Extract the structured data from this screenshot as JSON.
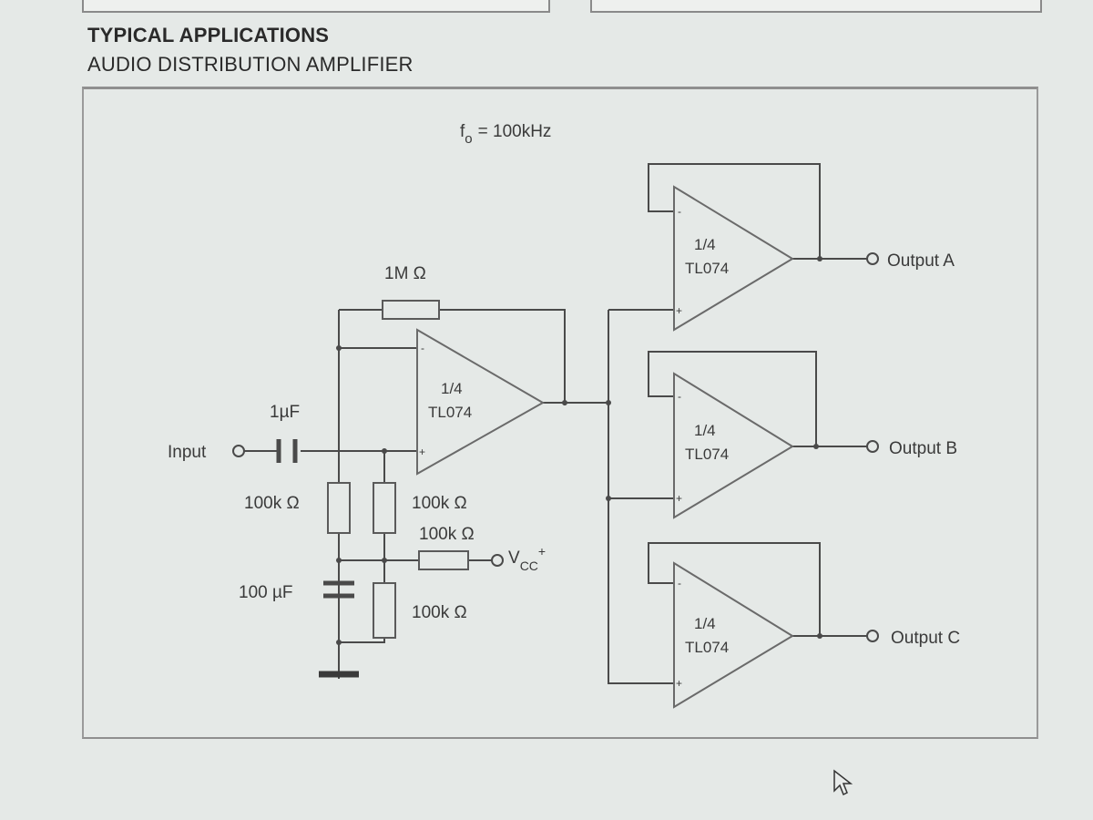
{
  "header": {
    "title": "TYPICAL APPLICATIONS",
    "subtitle": "AUDIO DISTRIBUTION AMPLIFIER"
  },
  "schematic": {
    "frequency_label": "f",
    "frequency_sub": "o",
    "frequency_value": "= 100kHz",
    "input_label": "Input",
    "cap_input_label": "1µF",
    "feedback_resistor_label": "1M Ω",
    "resistor_left_label": "100k Ω",
    "resistor_right_label": "100k Ω",
    "resistor_vcc_label": "100k Ω",
    "resistor_bottom_label": "100k Ω",
    "cap_bypass_label": "100 µF",
    "vcc_label": "V",
    "vcc_sub": "CC",
    "vcc_sup": "+",
    "opamps": [
      {
        "line1": "1/4",
        "line2": "TL074"
      },
      {
        "line1": "1/4",
        "line2": "TL074"
      },
      {
        "line1": "1/4",
        "line2": "TL074"
      },
      {
        "line1": "1/4",
        "line2": "TL074"
      }
    ],
    "outputs": [
      "Output A",
      "Output B",
      "Output C"
    ],
    "minus_sign": "-",
    "plus_sign": "+"
  },
  "colors": {
    "wire": "#4a4a4a",
    "component": "#5a5a5a",
    "background": "#e5e9e7"
  }
}
